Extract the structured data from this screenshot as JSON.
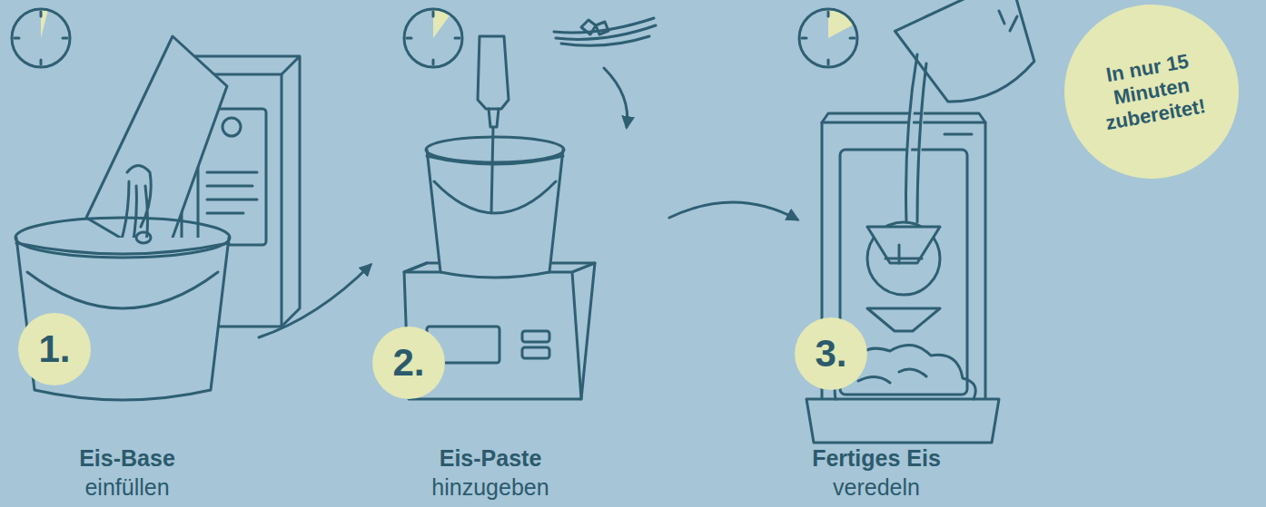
{
  "diagram": {
    "nodes": [
      {
        "text": [
          "1."
        ]
      },
      {
        "text": [
          "2."
        ]
      },
      {
        "text": [
          "3."
        ]
      },
      {
        "text": [
          "In nur 15 Minuten zubereitet!"
        ]
      }
    ],
    "labels": [
      "Eis-Base",
      "einfüllen",
      "Eis-Paste",
      "hinzugeben",
      "Fertiges Eis",
      "veredeln"
    ]
  }
}
